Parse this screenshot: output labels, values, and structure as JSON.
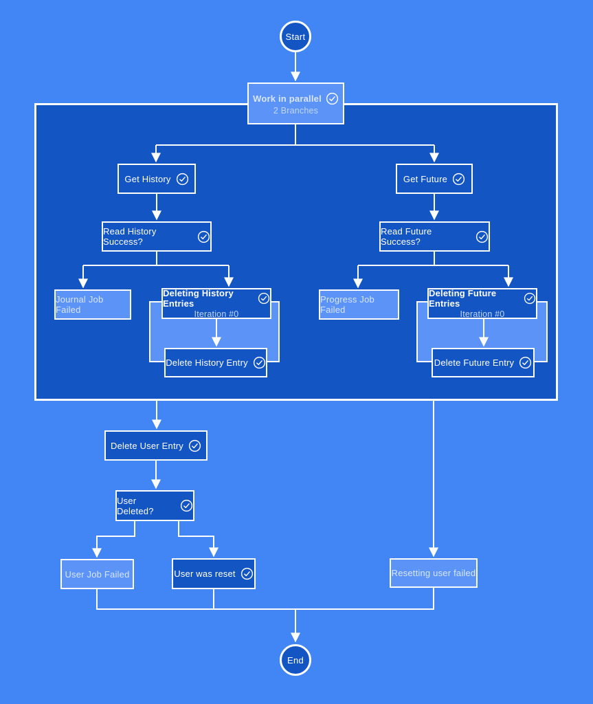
{
  "colors": {
    "bg": "#4285f4",
    "node_dark": "#1355c2",
    "node_light": "#5b93f7",
    "line": "#ffffff",
    "text_primary": "#ffffff",
    "text_secondary": "#c2d6fb",
    "text_light_node": "#d9e6fd"
  },
  "nodes": {
    "start": {
      "label": "Start"
    },
    "parallel": {
      "label": "Work in parallel",
      "sublabel": "2 Branches",
      "icon": "check-circle"
    },
    "get_history": {
      "label": "Get History",
      "icon": "check-circle"
    },
    "get_future": {
      "label": "Get Future",
      "icon": "check-circle"
    },
    "read_history": {
      "label": "Read History Success?",
      "icon": "check-circle"
    },
    "read_future": {
      "label": "Read Future Success?",
      "icon": "check-circle"
    },
    "journal_failed": {
      "label": "Journal Job Failed"
    },
    "progress_failed": {
      "label": "Progress Job Failed"
    },
    "deleting_history": {
      "label": "Deleting History Entries",
      "sublabel": "Iteration #0",
      "icon": "check-circle"
    },
    "deleting_future": {
      "label": "Deleting Future Entries",
      "sublabel": "Iteration #0",
      "icon": "check-circle"
    },
    "delete_history_entry": {
      "label": "Delete History Entry",
      "icon": "check-circle"
    },
    "delete_future_entry": {
      "label": "Delete Future Entry",
      "icon": "check-circle"
    },
    "delete_user_entry": {
      "label": "Delete User Entry",
      "icon": "check-circle"
    },
    "user_deleted": {
      "label": "User Deleted?",
      "icon": "check-circle"
    },
    "user_job_failed": {
      "label": "User Job Failed"
    },
    "user_was_reset": {
      "label": "User was reset",
      "icon": "check-circle"
    },
    "resetting_failed": {
      "label": "Resetting user failed"
    },
    "end": {
      "label": "End"
    }
  }
}
